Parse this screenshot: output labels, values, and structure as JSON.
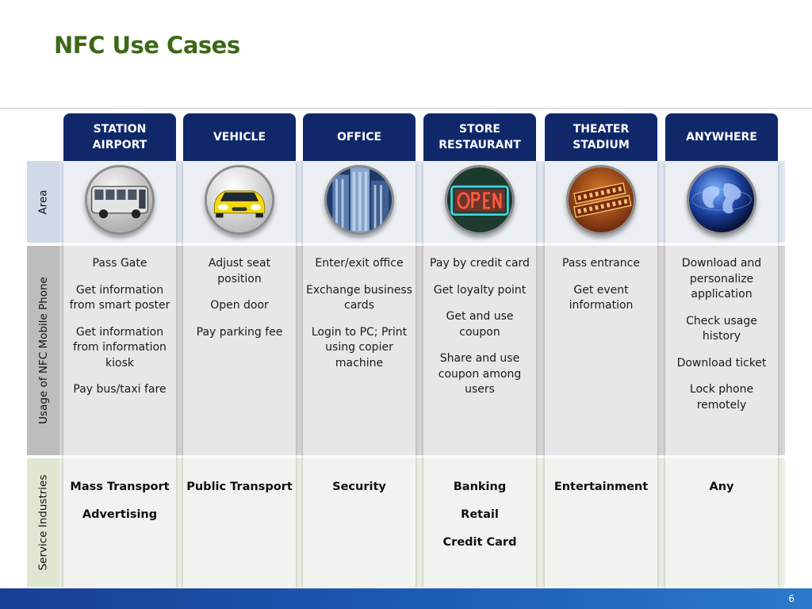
{
  "title": "NFC Use Cases",
  "row_labels": {
    "area": "Area",
    "usage": "Usage of NFC Mobile Phone",
    "service": "Service Industries"
  },
  "columns": [
    {
      "header": "STATION\nAIRPORT",
      "icon": "bus-icon",
      "usage": [
        "Pass Gate",
        "Get information from smart poster",
        "Get information from information kiosk",
        "Pay bus/taxi fare"
      ],
      "services": [
        "Mass Transport",
        "Advertising"
      ]
    },
    {
      "header": "VEHICLE",
      "icon": "car-icon",
      "usage": [
        "Adjust seat position",
        "Open door",
        "Pay parking fee"
      ],
      "services": [
        "Public Transport"
      ]
    },
    {
      "header": "OFFICE",
      "icon": "office-building-icon",
      "usage": [
        "Enter/exit office",
        "Exchange business cards",
        "Login to PC; Print using copier machine"
      ],
      "services": [
        "Security"
      ]
    },
    {
      "header": "STORE\nRESTAURANT",
      "icon": "open-sign-icon",
      "usage": [
        "Pay by credit card",
        "Get loyalty point",
        "Get and use coupon",
        "Share and use coupon among users"
      ],
      "services": [
        "Banking",
        "Retail",
        "Credit Card"
      ]
    },
    {
      "header": "THEATER\nSTADIUM",
      "icon": "feature-presentation-sign-icon",
      "usage": [
        "Pass entrance",
        "Get event information"
      ],
      "services": [
        "Entertainment"
      ]
    },
    {
      "header": "ANYWHERE",
      "icon": "globe-icon",
      "usage": [
        "Download and personalize application",
        "Check usage history",
        "Download ticket",
        "Lock phone remotely"
      ],
      "services": [
        "Any"
      ]
    }
  ],
  "page_number": "6",
  "colors": {
    "title": "#3d6818",
    "header_bg": "#10286a",
    "footer": "#1d5db8"
  }
}
